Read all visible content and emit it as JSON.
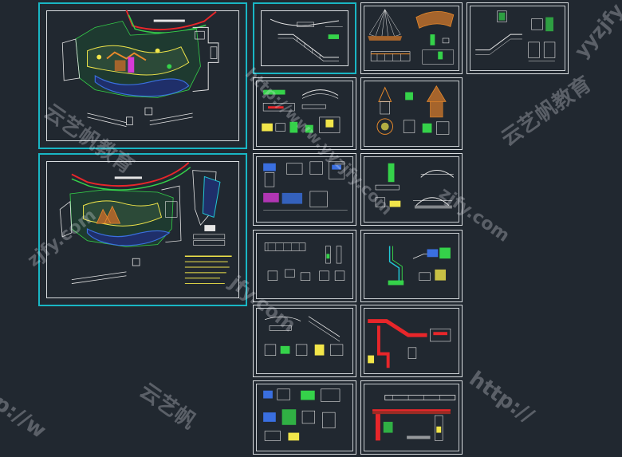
{
  "app": {
    "background": "#212830",
    "selection_color": "#19b6c4",
    "line_color": "#d9dde0"
  },
  "drawing_sheets": [
    {
      "id": "site-plan-1",
      "kind": "site-plan",
      "selected": true
    },
    {
      "id": "site-plan-2",
      "kind": "site-plan-with-legend",
      "selected": true
    },
    {
      "id": "stair-elevation",
      "kind": "stair",
      "selected": true
    },
    {
      "id": "pavilion-fan",
      "kind": "pavilion",
      "selected": false
    },
    {
      "id": "detail-stair-small",
      "kind": "stair-detail",
      "selected": false
    },
    {
      "id": "arch-bridge-1",
      "kind": "bridge",
      "selected": false
    },
    {
      "id": "tower-detail",
      "kind": "tower",
      "selected": false
    },
    {
      "id": "detail-sections-1",
      "kind": "sections",
      "selected": false
    },
    {
      "id": "arch-bridge-2",
      "kind": "bridge",
      "selected": false
    },
    {
      "id": "detail-sections-2",
      "kind": "sections",
      "selected": false
    },
    {
      "id": "waterfall-detail",
      "kind": "waterfall",
      "selected": false
    },
    {
      "id": "slope-section",
      "kind": "sections",
      "selected": false
    },
    {
      "id": "red-stair",
      "kind": "stair-red",
      "selected": false
    },
    {
      "id": "detail-sections-3",
      "kind": "sections",
      "selected": false
    },
    {
      "id": "red-fence",
      "kind": "fence-red",
      "selected": false
    }
  ],
  "watermarks": {
    "brand_cn": "云艺帆教育",
    "url_short": "zjfy.com",
    "url_full": "http://www.yyzjfy.com",
    "fragment_1": "yyzjfy",
    "fragment_2": "http://",
    "fragment_3": "p://w",
    "fragment_4": "jfy.com",
    "fragment_5": "云艺帆"
  },
  "colors": {
    "green": "#35d24a",
    "yellow": "#f2e64a",
    "cyan": "#22c7d6",
    "red": "#e8262a",
    "orange": "#e98a2b",
    "blue": "#3a6fe0",
    "magenta": "#d63ad6",
    "white": "#e6e6e6",
    "brown": "#a5642c",
    "darkred": "#9b2b24"
  }
}
